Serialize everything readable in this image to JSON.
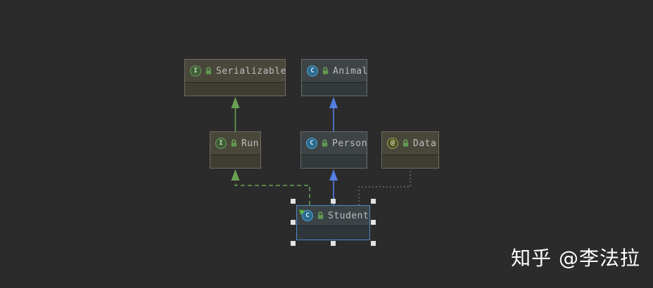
{
  "diagram": {
    "nodes": {
      "serializable": {
        "label": "Serializable",
        "kind": "interface",
        "icon_letter": "I"
      },
      "animal": {
        "label": "Animal",
        "kind": "class",
        "icon_letter": "C"
      },
      "run": {
        "label": "Run",
        "kind": "interface",
        "icon_letter": "I"
      },
      "person": {
        "label": "Person",
        "kind": "class",
        "icon_letter": "C"
      },
      "data": {
        "label": "Data",
        "kind": "annotation",
        "icon_letter": "@"
      },
      "student": {
        "label": "Student",
        "kind": "class",
        "icon_letter": "C",
        "selected": true,
        "runnable": true
      }
    },
    "edges": [
      {
        "from": "Run",
        "to": "Serializable",
        "type": "extends",
        "style": "solid",
        "color": "green"
      },
      {
        "from": "Person",
        "to": "Animal",
        "type": "extends",
        "style": "solid",
        "color": "blue"
      },
      {
        "from": "Student",
        "to": "Person",
        "type": "extends",
        "style": "solid",
        "color": "blue"
      },
      {
        "from": "Student",
        "to": "Run",
        "type": "implements",
        "style": "dashed",
        "color": "green"
      },
      {
        "from": "Student",
        "to": "Data",
        "type": "annotated-with",
        "style": "dotted",
        "color": "gray"
      }
    ]
  },
  "colors": {
    "background": "#2b2b2b",
    "green": "#69a152",
    "blue": "#557ee3",
    "dotted_gray": "#84847a",
    "selection_blue": "#4f86c6",
    "handle": "#e3e3e3",
    "olive_node_header": "#49463a",
    "gray_node_header": "#3e4345",
    "node_text": "#bdbdbd",
    "watermark_text": "#ffffff"
  },
  "watermark": {
    "text": "知乎 @李法拉"
  }
}
